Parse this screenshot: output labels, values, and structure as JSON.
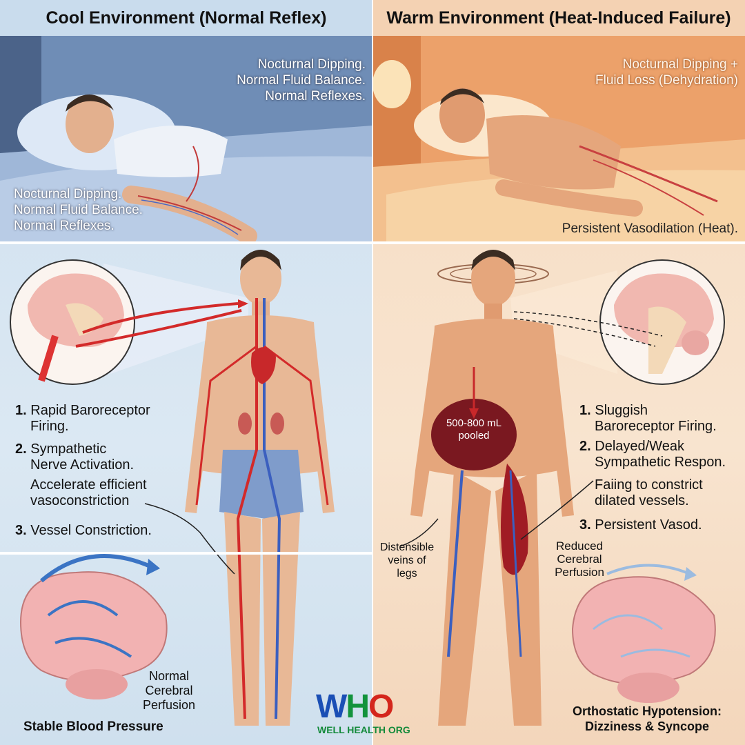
{
  "left": {
    "header": "Cool Environment  (Normal Reflex)",
    "bed_top_lines": [
      "Nocturnal Dipping.",
      "Normal Fluid Balance.",
      "Normal Reflexes."
    ],
    "bed_bottom_lines": [
      "Nocturnal Dipping.",
      "Normal Fluid Balance.",
      "Normal Reflexes."
    ],
    "steps": [
      {
        "num": "1.",
        "lines": [
          "Rapid Baroreceptor",
          "Firing."
        ]
      },
      {
        "num": "2.",
        "lines": [
          "Sympathetic",
          "Nerve Activation."
        ]
      },
      {
        "num": "",
        "lines": [
          "Accelerate efficient",
          "vasoconstriction"
        ]
      },
      {
        "num": "3.",
        "lines": [
          "Vessel Constriction."
        ]
      }
    ],
    "perfusion_lines": [
      "Normal",
      "Cerebral",
      "Perfusion"
    ],
    "footer": "Stable Blood Pressure"
  },
  "right": {
    "header": "Warm Environment (Heat-Induced Failure)",
    "bed_top_lines": [
      "Nocturnal Dipping +",
      "Fluid Loss (Dehydration)"
    ],
    "bed_bottom": "Persistent Vasodilation (Heat).",
    "pooled_lines": [
      "500-800 mL",
      "pooled"
    ],
    "steps": [
      {
        "num": "1.",
        "lines": [
          "Sluggish",
          "Baroreceptor Firing."
        ]
      },
      {
        "num": "2.",
        "lines": [
          "Delayed/Weak",
          "Sympathetic Respon."
        ]
      },
      {
        "num": "",
        "lines": [
          "Faiing to constrict",
          "dilated vessels."
        ]
      },
      {
        "num": "3.",
        "lines": [
          "Persistent Vasod."
        ]
      }
    ],
    "veins_lines": [
      "Distensible",
      "veins of",
      "legs"
    ],
    "reduced_lines": [
      "Reduced",
      "Cerebral",
      "Perfusion"
    ],
    "footer_lines": [
      "Orthostatic Hypotension:",
      "Dizziness & Syncope"
    ]
  },
  "logo": {
    "w": "W",
    "h": "H",
    "o": "O",
    "sub": "WELL HEALTH ORG"
  },
  "colors": {
    "cool_blue": "#5d7ba6",
    "warm_orange": "#e9935a",
    "artery_red": "#d32a2a",
    "vein_blue": "#3b5fbf",
    "skin": "#e8b896"
  }
}
